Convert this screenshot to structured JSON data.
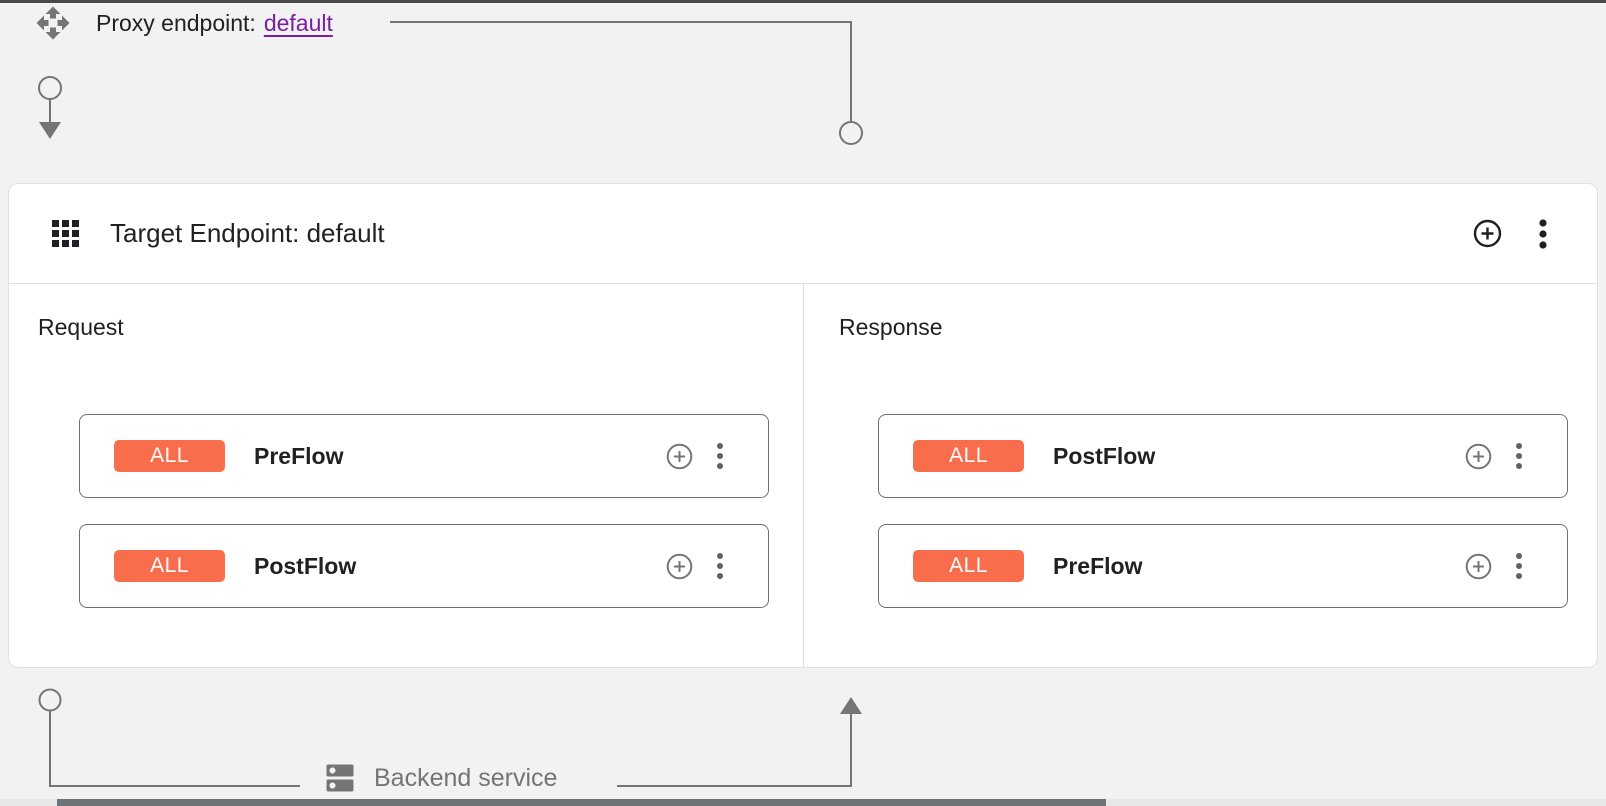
{
  "proxy_endpoint": {
    "label": "Proxy endpoint:",
    "link": "default"
  },
  "target_endpoint": {
    "title": "Target Endpoint: default"
  },
  "request": {
    "label": "Request",
    "flows": [
      {
        "badge": "ALL",
        "name": "PreFlow"
      },
      {
        "badge": "ALL",
        "name": "PostFlow"
      }
    ]
  },
  "response": {
    "label": "Response",
    "flows": [
      {
        "badge": "ALL",
        "name": "PostFlow"
      },
      {
        "badge": "ALL",
        "name": "PreFlow"
      }
    ]
  },
  "backend": {
    "label": "Backend service"
  },
  "colors": {
    "badge_orange": "#F86D4B",
    "link_purple": "#7B1FA2",
    "connector_gray": "#757575",
    "background_gray": "#f2f2f2",
    "panel_white": "#ffffff"
  }
}
